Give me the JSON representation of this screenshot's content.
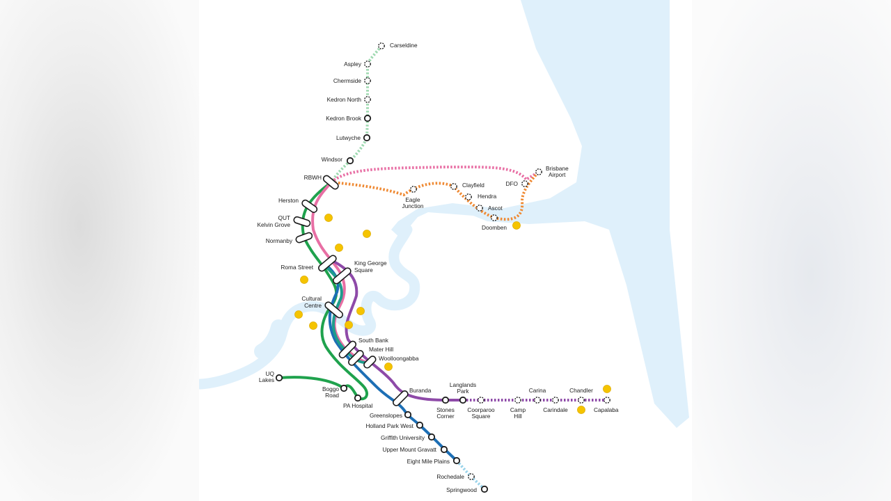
{
  "map": {
    "colors": {
      "water": "#dff0fb",
      "green": "#1fa24d",
      "pink": "#e86fa4",
      "blue": "#1d6fb5",
      "purple": "#8e4aa8",
      "teal": "#1e9c8c",
      "orange": "#ef8a34",
      "light_green": "#9fd9b1",
      "light_blue": "#9ad3ea",
      "marker_yellow": "#f5c400"
    },
    "stations": {
      "carseldine": "Carseldine",
      "aspley": "Aspley",
      "chermside": "Chermside",
      "kedron_north": "Kedron North",
      "kedron_brook": "Kedron Brook",
      "lutwyche": "Lutwyche",
      "windsor": "Windsor",
      "rbwh": "RBWH",
      "herston": "Herston",
      "qut_1": "QUT",
      "qut_2": "Kelvin Grove",
      "normanby": "Normanby",
      "roma_street": "Roma Street",
      "kgs_1": "King George",
      "kgs_2": "Square",
      "cultural_1": "Cultural",
      "cultural_2": "Centre",
      "south_bank": "South Bank",
      "mater_hill": "Mater Hill",
      "woolloongabba": "Woolloongabba",
      "uq_1": "UQ",
      "uq_2": "Lakes",
      "boggo_1": "Boggo",
      "boggo_2": "Road",
      "pa_hospital": "PA Hospital",
      "buranda": "Buranda",
      "greenslopes": "Greenslopes",
      "holland_park_west": "Holland Park West",
      "griffith_university": "Griffith University",
      "upper_mount_gravatt": "Upper Mount Gravatt",
      "eight_mile_plains": "Eight Mile Plains",
      "rochedale": "Rochedale",
      "springwood": "Springwood",
      "eagle_1": "Eagle",
      "eagle_2": "Junction",
      "clayfield": "Clayfield",
      "hendra": "Hendra",
      "ascot": "Ascot",
      "doomben": "Doomben",
      "dfo": "DFO",
      "airport_1": "Brisbane",
      "airport_2": "Airport",
      "stones_1": "Stones",
      "stones_2": "Corner",
      "langlands_1": "Langlands",
      "langlands_2": "Park",
      "coorparoo_1": "Coorparoo",
      "coorparoo_2": "Square",
      "camp_1": "Camp",
      "camp_2": "Hill",
      "carina": "Carina",
      "carindale": "Carindale",
      "chandler": "Chandler",
      "capalaba": "Capalaba"
    }
  }
}
